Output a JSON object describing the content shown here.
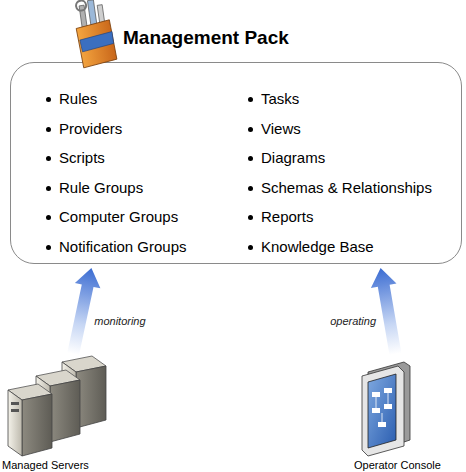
{
  "diagram": {
    "nodes": [
      {
        "text": [
          "Management Pack",
          "Rules",
          "Providers",
          "Scripts",
          "Rule Groups",
          "Computer Groups",
          "Notification Groups",
          "Tasks",
          "Views",
          "Diagrams",
          "Schemas & Relationships",
          "Reports",
          "Knowledge Base"
        ]
      },
      {
        "text": [
          "Managed Servers"
        ]
      },
      {
        "text": [
          "Operator Console"
        ]
      }
    ],
    "edges": [
      {
        "from": 1,
        "to": 0,
        "arrow": "to",
        "label": "monitoring"
      },
      {
        "from": 2,
        "to": 0,
        "arrow": "to",
        "label": "operating"
      }
    ]
  }
}
